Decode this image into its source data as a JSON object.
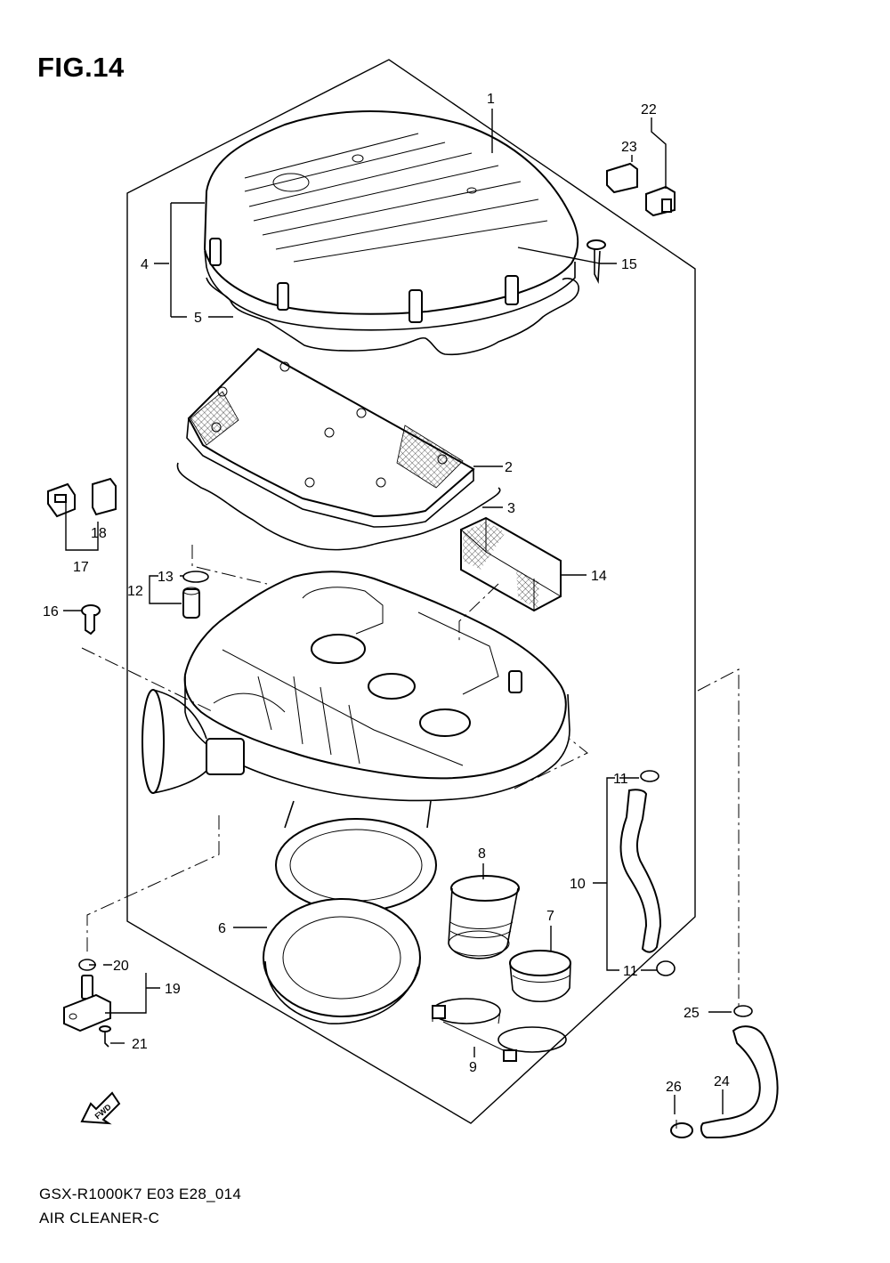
{
  "figure": {
    "title": "FIG.14",
    "model_code": "GSX-R1000K7 E03 E28_014",
    "section_name": "AIR CLEANER-C"
  },
  "callouts": {
    "c1": "1",
    "c2": "2",
    "c3": "3",
    "c4": "4",
    "c5": "5",
    "c6": "6",
    "c7": "7",
    "c8": "8",
    "c9": "9",
    "c10": "10",
    "c11a": "11",
    "c11b": "11",
    "c12": "12",
    "c13": "13",
    "c14": "14",
    "c15": "15",
    "c16": "16",
    "c17": "17",
    "c18": "18",
    "c19": "19",
    "c20": "20",
    "c21": "21",
    "c22": "22",
    "c23": "23",
    "c24": "24",
    "c25": "25",
    "c26": "26"
  },
  "direction_marker": {
    "label": "FWD",
    "icon": "forward-arrow-icon"
  },
  "colors": {
    "ink": "#000000",
    "paper": "#ffffff"
  }
}
